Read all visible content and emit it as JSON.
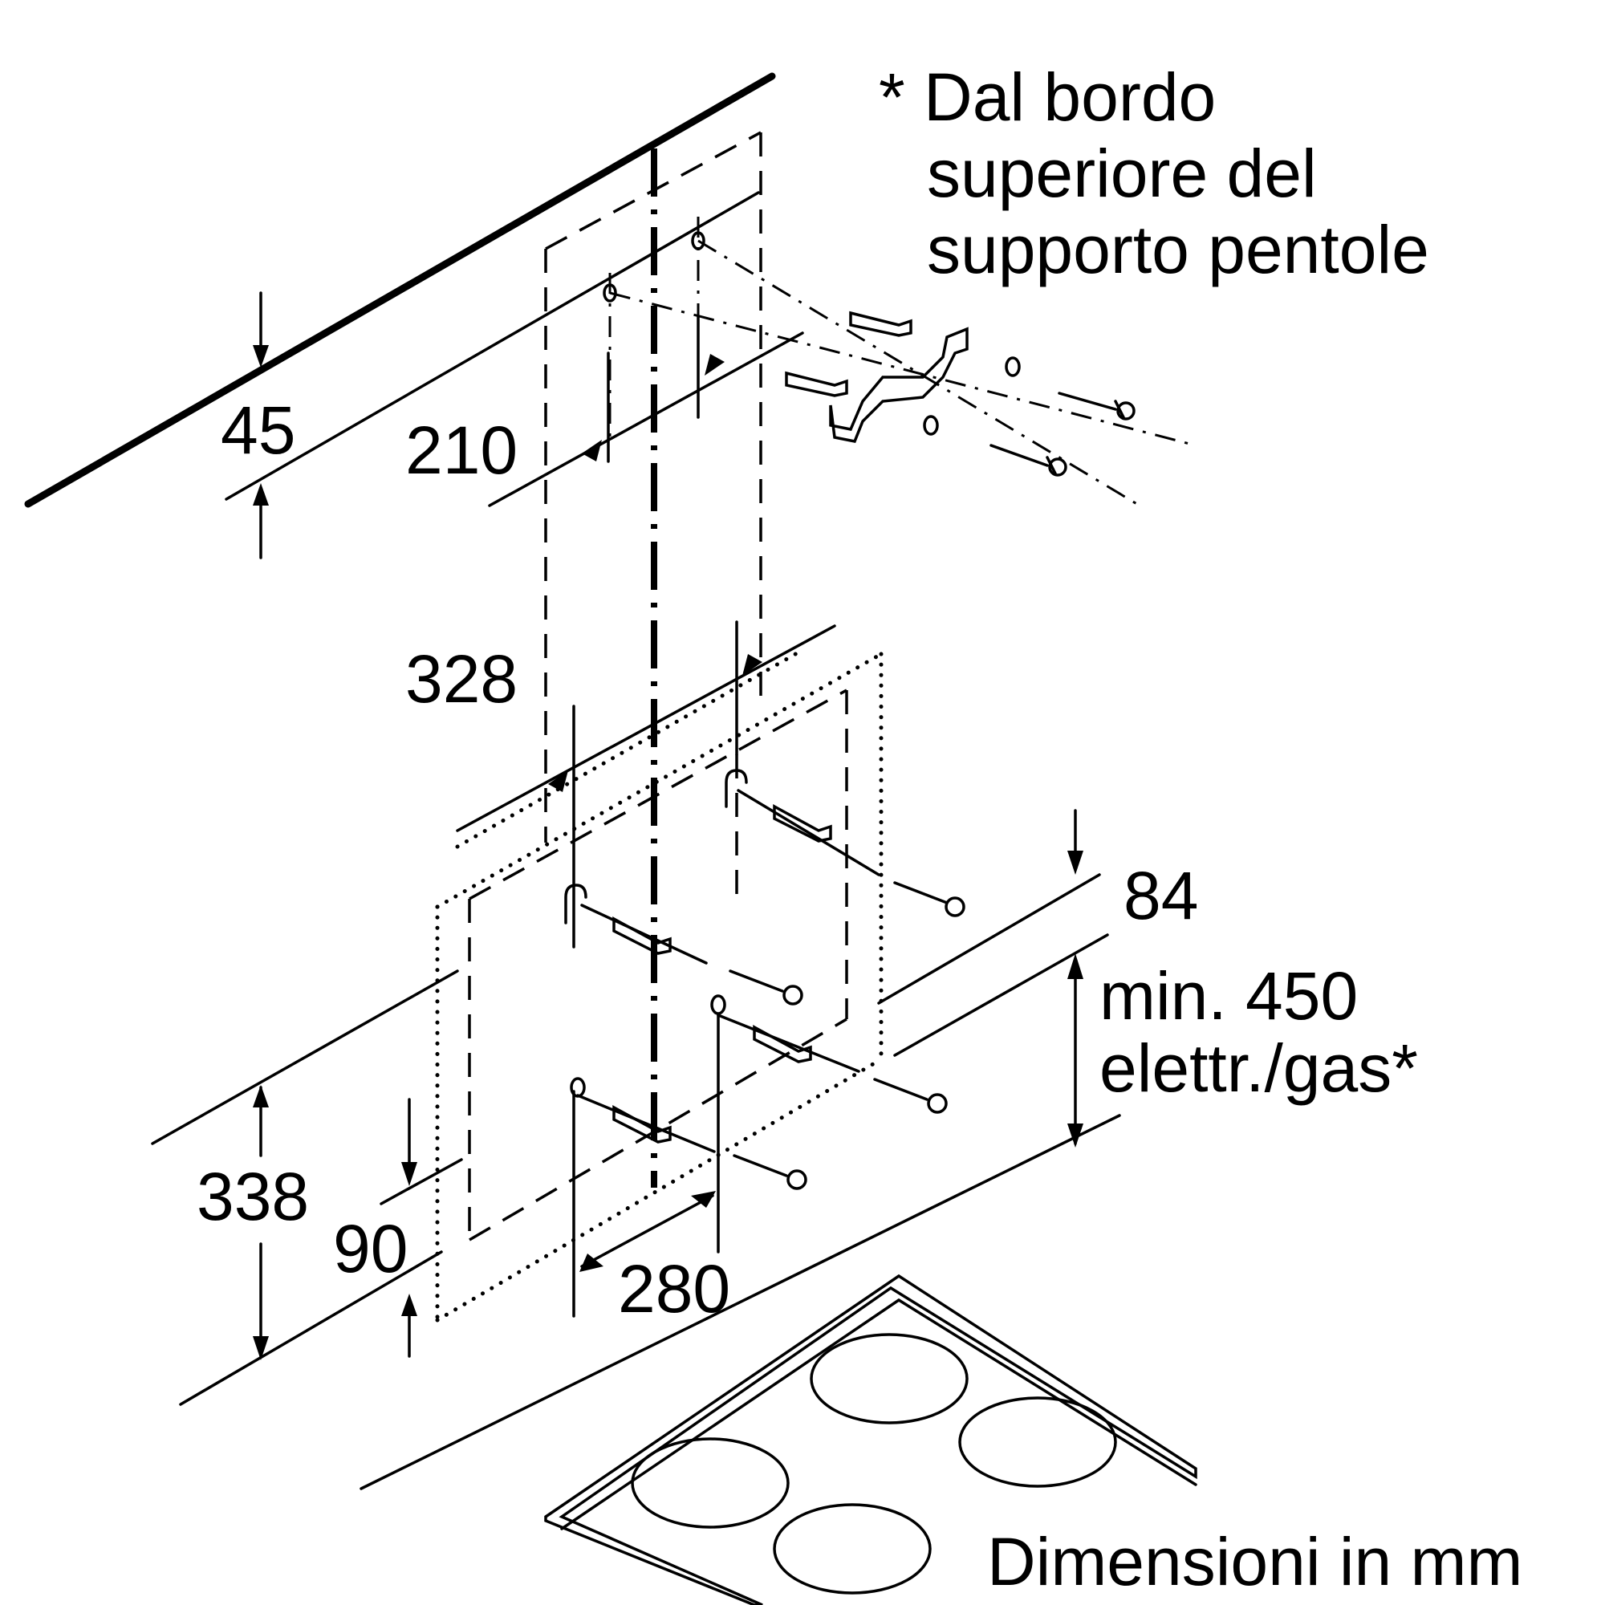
{
  "note": {
    "line1": "* Dal bordo",
    "line2": "superiore del",
    "line3": "supporto pentole"
  },
  "dimensions": {
    "d45": "45",
    "d210": "210",
    "d328": "328",
    "d84": "84",
    "min450_line1": "min. 450",
    "min450_line2": "elettr./gas*",
    "d338": "338",
    "d90": "90",
    "d280": "280"
  },
  "units_caption": "Dimensioni in mm"
}
